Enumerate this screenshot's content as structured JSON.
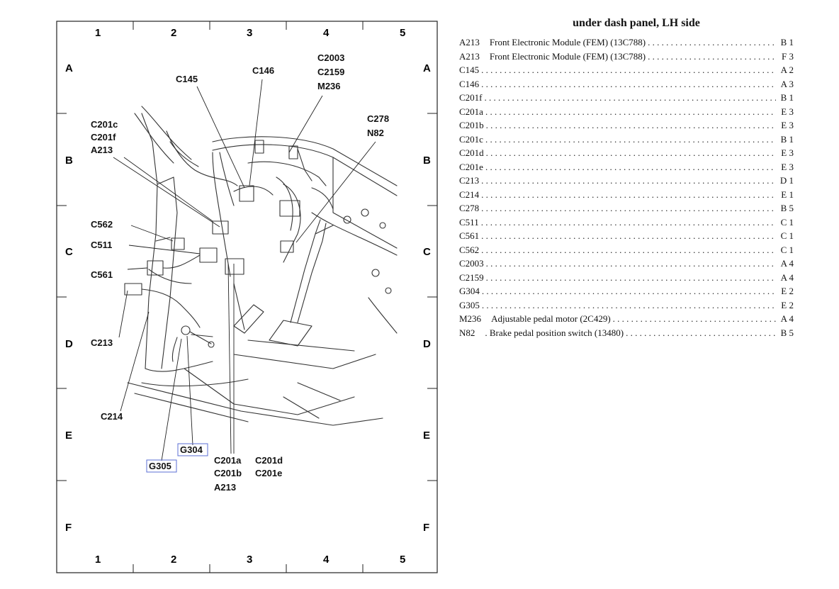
{
  "diagram": {
    "grid_columns": [
      "1",
      "2",
      "3",
      "4",
      "5"
    ],
    "grid_rows": [
      "A",
      "B",
      "C",
      "D",
      "E",
      "F"
    ],
    "callouts": {
      "c145": "C145",
      "c146": "C146",
      "c2003": "C2003",
      "c2159": "C2159",
      "m236": "M236",
      "c201c": "C201c",
      "c201f": "C201f",
      "a213_left": "A213",
      "c278": "C278",
      "n82": "N82",
      "c562": "C562",
      "c511": "C511",
      "c561": "C561",
      "c213": "C213",
      "c214": "C214",
      "g304": "G304",
      "g305": "G305",
      "c201a": "C201a",
      "c201b": "C201b",
      "a213_bottom": "A213",
      "c201d": "C201d",
      "c201e": "C201e"
    },
    "highlight_color": "#5b6fd6"
  },
  "index": {
    "title": "under dash panel, LH side",
    "entries": [
      {
        "code": "A213",
        "desc": "Front Electronic Module (FEM) (13C788)",
        "loc": "B 1"
      },
      {
        "code": "A213",
        "desc": "Front Electronic Module (FEM) (13C788)",
        "loc": "F 3"
      },
      {
        "code": "C145",
        "desc": "",
        "loc": "A 2"
      },
      {
        "code": "C146",
        "desc": "",
        "loc": "A 3"
      },
      {
        "code": "C201f",
        "desc": "",
        "loc": "B 1"
      },
      {
        "code": "C201a",
        "desc": "",
        "loc": "E 3"
      },
      {
        "code": "C201b",
        "desc": "",
        "loc": "E 3"
      },
      {
        "code": "C201c",
        "desc": "",
        "loc": "B 1"
      },
      {
        "code": "C201d",
        "desc": "",
        "loc": "E 3"
      },
      {
        "code": "C201e",
        "desc": "",
        "loc": "E 3"
      },
      {
        "code": "C213",
        "desc": "",
        "loc": "D 1"
      },
      {
        "code": "C214",
        "desc": "",
        "loc": "E 1"
      },
      {
        "code": "C278",
        "desc": "",
        "loc": "B 5"
      },
      {
        "code": "C511",
        "desc": "",
        "loc": "C 1"
      },
      {
        "code": "C561",
        "desc": "",
        "loc": "C 1"
      },
      {
        "code": "C562",
        "desc": "",
        "loc": "C 1"
      },
      {
        "code": "C2003",
        "desc": "",
        "loc": "A 4"
      },
      {
        "code": "C2159",
        "desc": "",
        "loc": "A 4"
      },
      {
        "code": "G304",
        "desc": "",
        "loc": "E 2"
      },
      {
        "code": "G305",
        "desc": "",
        "loc": "E 2"
      },
      {
        "code": "M236",
        "desc": "Adjustable pedal motor (2C429)",
        "loc": "A 4"
      },
      {
        "code": "N82",
        "desc": ". Brake pedal position switch (13480)",
        "loc": "B 5"
      }
    ]
  }
}
